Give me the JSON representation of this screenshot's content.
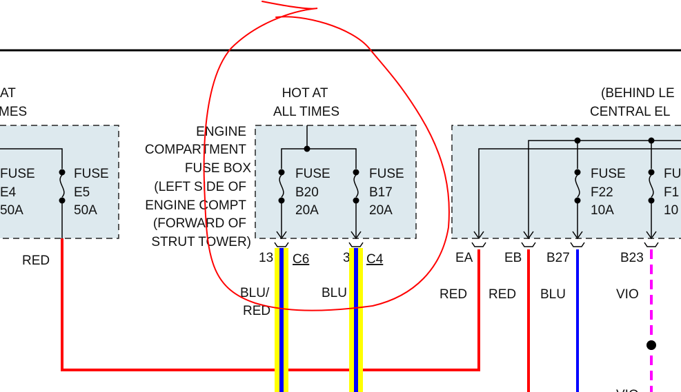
{
  "colors": {
    "box_fill": "#dde9ee",
    "red_wire": "#ff0000",
    "blue_wire": "#0000ff",
    "yellow_stripe": "#ffff00",
    "violet_wire": "#ff00ff",
    "annotation": "#ff0000"
  },
  "left_partial": {
    "header_line1": "AT",
    "header_line2": "MES",
    "fuse_e4": [
      "FUSE",
      "E4",
      "50A"
    ],
    "fuse_e5": [
      "FUSE",
      "E5",
      "50A"
    ],
    "wire_color": "RED"
  },
  "center": {
    "header_line1": "HOT AT",
    "header_line2": "ALL TIMES",
    "location_lines": [
      "ENGINE",
      "COMPARTMENT",
      "FUSE BOX",
      "(LEFT SIDE OF",
      "ENGINE COMPT",
      "(FORWARD OF",
      "STRUT TOWER)"
    ],
    "fuse_b20": [
      "FUSE",
      "B20",
      "20A"
    ],
    "fuse_b17": [
      "FUSE",
      "B17",
      "20A"
    ],
    "pin_c6": "13",
    "conn_c6": "C6",
    "pin_c4": "3",
    "conn_c4": "C4",
    "wire_c6_line1": "BLU/",
    "wire_c6_line2": "RED",
    "wire_c4": "BLU"
  },
  "right_partial": {
    "header_line1": "(BEHIND LE",
    "header_line2": "CENTRAL EL",
    "fuse_f22": [
      "FUSE",
      "F22",
      "10A"
    ],
    "fuse_f1x": [
      "FU",
      "F1",
      "10"
    ],
    "pins": [
      "EA",
      "EB",
      "B27",
      "B23"
    ],
    "wire_colors": [
      "RED",
      "RED",
      "BLU",
      "VIO"
    ],
    "bottom_wire_color": "VIO"
  }
}
